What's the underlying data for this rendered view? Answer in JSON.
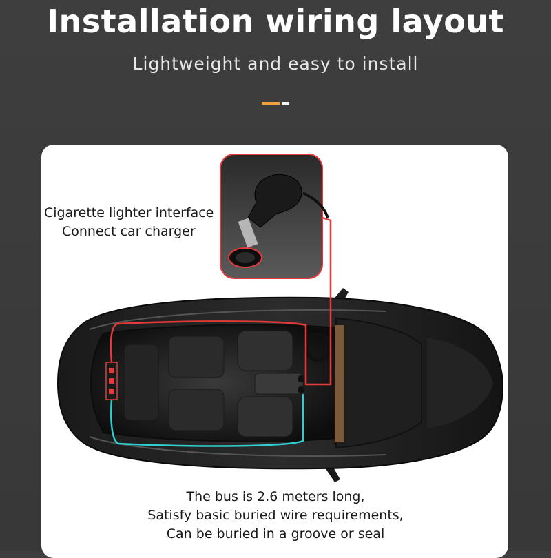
{
  "header": {
    "title": "Installation wiring layout",
    "subtitle": "Lightweight and easy to install"
  },
  "colors": {
    "accent_orange": "#f0a13a",
    "wire_red": "#e53a3a",
    "wire_cyan": "#2fd0d4",
    "background": "#3a3a3a"
  },
  "callout": {
    "line1": "Cigarette lighter interface",
    "line2": "Connect car charger"
  },
  "caption": {
    "line1": "The bus is 2.6 meters long,",
    "line2": "Satisfy basic buried wire requirements,",
    "line3": "Can be buried in a groove or seal"
  },
  "icons": [
    "car-top-view-image",
    "cigarette-lighter-plug-image",
    "light-strip-icon"
  ]
}
